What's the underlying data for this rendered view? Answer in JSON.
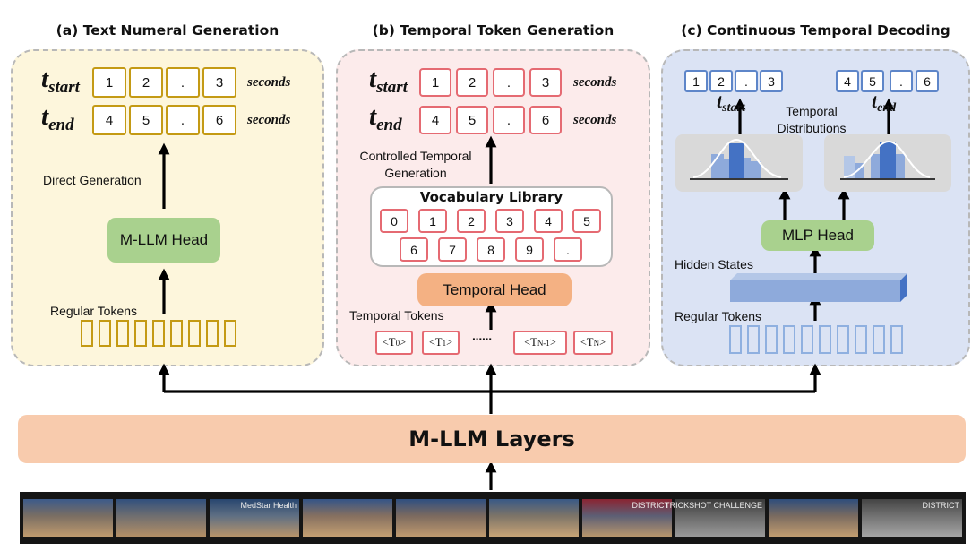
{
  "panels": {
    "a": {
      "title": "(a) Text Numeral Generation",
      "t_start": {
        "base": "t",
        "sub": "start"
      },
      "t_end": {
        "base": "t",
        "sub": "end"
      },
      "start_digits": [
        "1",
        "2",
        ".",
        "3"
      ],
      "end_digits": [
        "4",
        "5",
        ".",
        "6"
      ],
      "unit": "seconds",
      "arrow_label": "Direct Generation",
      "head": "M-LLM Head",
      "tokens_label": "Regular Tokens"
    },
    "b": {
      "title": "(b) Temporal Token Generation",
      "t_start": {
        "base": "t",
        "sub": "start"
      },
      "t_end": {
        "base": "t",
        "sub": "end"
      },
      "start_digits": [
        "1",
        "2",
        ".",
        "3"
      ],
      "end_digits": [
        "4",
        "5",
        ".",
        "6"
      ],
      "unit": "seconds",
      "arrow_label_line1": "Controlled Temporal",
      "arrow_label_line2": "Generation",
      "vocab_title": "Vocabulary Library",
      "vocab_row1": [
        "0",
        "1",
        "2",
        "3",
        "4",
        "5"
      ],
      "vocab_row2": [
        "6",
        "7",
        "8",
        "9",
        "."
      ],
      "head": "Temporal Head",
      "tokens_label": "Temporal Tokens",
      "temporal_tokens": [
        {
          "pre": "<T",
          "sub": "0",
          "post": ">"
        },
        {
          "pre": "<T",
          "sub": "1",
          "post": ">"
        },
        {
          "pre": "<T",
          "sub": "N-1",
          "post": ">"
        },
        {
          "pre": "<T",
          "sub": "N",
          "post": ">"
        }
      ],
      "ellipsis": "······"
    },
    "c": {
      "title": "(c) Continuous Temporal Decoding",
      "start_digits": [
        "1",
        "2",
        ".",
        "3"
      ],
      "end_digits": [
        "4",
        "5",
        ".",
        "6"
      ],
      "t_start": {
        "base": "t",
        "sub": "start"
      },
      "t_end": {
        "base": "t",
        "sub": "end"
      },
      "dist_label_line1": "Temporal",
      "dist_label_line2": "Distributions",
      "head": "MLP Head",
      "hidden_label": "Hidden States",
      "tokens_label": "Regular Tokens",
      "colors": {
        "light_bar": "#8eaadb",
        "dark_bar": "#4472c4",
        "curve": "#ffffff"
      }
    }
  },
  "layers_label": "M-LLM Layers",
  "video_frames": [
    {
      "text": ""
    },
    {
      "text": ""
    },
    {
      "text": "MedStar Health"
    },
    {
      "text": ""
    },
    {
      "text": ""
    },
    {
      "text": ""
    },
    {
      "text": "DISTRICT"
    },
    {
      "text": "TRICKSHOT CHALLENGE"
    },
    {
      "text": ""
    },
    {
      "text": "DISTRICT"
    }
  ],
  "colors": {
    "panel_a_bg": "#fdf6dc",
    "panel_b_bg": "#fcebeb",
    "panel_c_bg": "#dbe3f4",
    "gold": "#c49a14",
    "red": "#e56a72",
    "blue": "#5e86c9",
    "green": "#a9d18e",
    "orange": "#f4b183",
    "layers": "#f8cbad"
  }
}
